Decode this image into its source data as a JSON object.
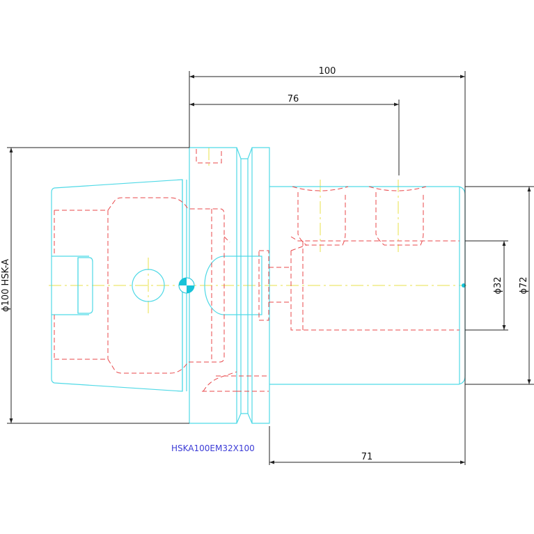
{
  "drawing": {
    "part_number": "HSKA100EM32X100",
    "colors": {
      "outline": "#4fd9e6",
      "hidden_lines": "#e8474a",
      "center_lines": "#e8e24a",
      "dimensions": "#222222",
      "label": "#3b3bd6",
      "center_marker": "#18c3d8"
    },
    "dimensions": {
      "overall_length": "100",
      "hole_position": "76",
      "projection_length": "71",
      "bore_diameter": "ϕ32",
      "shank_diameter": "ϕ72",
      "taper_diameter": "ϕ100 HSK-A"
    }
  }
}
